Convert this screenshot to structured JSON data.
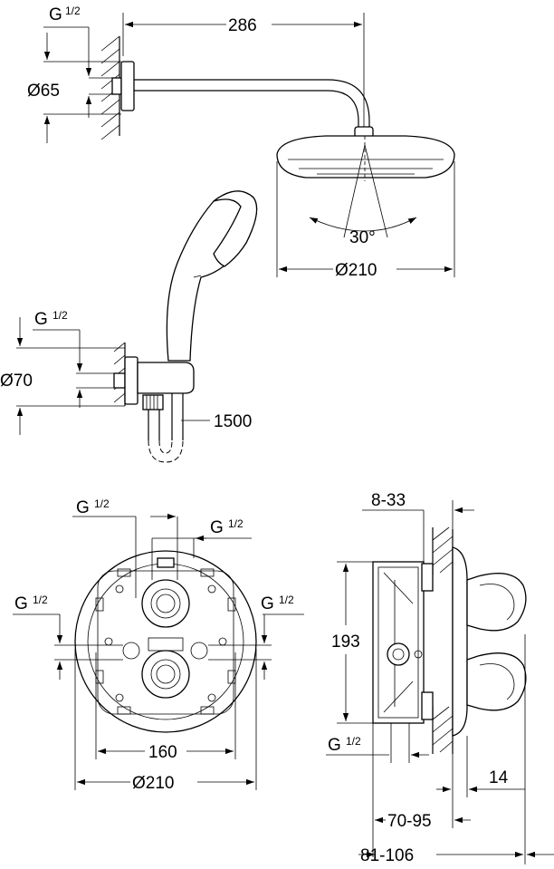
{
  "drawing": {
    "colors": {
      "line": "#000000",
      "background": "#ffffff"
    },
    "shower_arm": {
      "thread_label": "G",
      "thread_fraction": "1/2",
      "flange_diameter": "Ø65",
      "arm_length": "286"
    },
    "head_shower": {
      "spray_angle": "30°",
      "diameter": "Ø210"
    },
    "hand_shower": {
      "thread_label": "G",
      "thread_fraction": "1/2",
      "elbow_diameter": "Ø70",
      "hose_length": "1500"
    },
    "mixer_front": {
      "thread_label": "G",
      "thread_fraction": "1/2",
      "inner_width": "160",
      "outer_diameter": "Ø210"
    },
    "mixer_side": {
      "wall_depth": "8-33",
      "height": "193",
      "thread_label": "G",
      "thread_fraction": "1/2",
      "cover_depth": "14",
      "body_depth": "70-95",
      "total_depth": "81-106"
    }
  }
}
